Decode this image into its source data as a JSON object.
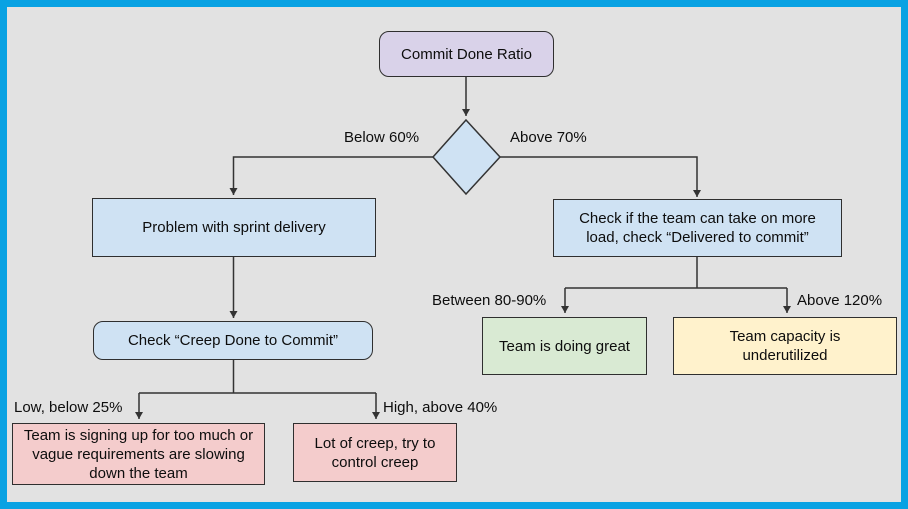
{
  "diagram": {
    "title": "Commit Done Ratio decision flowchart",
    "nodes": {
      "root": {
        "label": "Commit Done Ratio",
        "type": "start",
        "fill": "#d9d2e9"
      },
      "decision": {
        "label": "",
        "type": "decision",
        "fill": "#cfe2f3"
      },
      "problem_delivery": {
        "label": "Problem with sprint delivery",
        "type": "process",
        "fill": "#cfe2f3"
      },
      "check_load": {
        "label": "Check if the team can take on more load, check “Delivered to commit”",
        "type": "process",
        "fill": "#cfe2f3"
      },
      "check_creep": {
        "label": "Check “Creep Done to Commit”",
        "type": "process",
        "fill": "#cfe2f3"
      },
      "doing_great": {
        "label": "Team is doing great",
        "type": "outcome-positive",
        "fill": "#d9ead3"
      },
      "underutilized": {
        "label": "Team capacity is underutilized",
        "type": "outcome-warning",
        "fill": "#fff2cc"
      },
      "signing_up_too_much": {
        "label": "Team is signing up for too much or vague requirements are slowing down the team",
        "type": "outcome-negative",
        "fill": "#f4cccc"
      },
      "lot_of_creep": {
        "label": "Lot of creep, try to control creep",
        "type": "outcome-negative",
        "fill": "#f4cccc"
      }
    },
    "edge_labels": {
      "below_60": "Below 60%",
      "above_70": "Above 70%",
      "between_80_90": "Between 80-90%",
      "above_120": "Above 120%",
      "low_below_25": "Low, below 25%",
      "high_above_40": "High, above 40%"
    },
    "colors": {
      "canvas_border": "#09a2e3",
      "canvas_background": "#e2e2e2",
      "connector_line": "#333333",
      "node_border": "#2f2f2f",
      "text": "#0d0d0d"
    }
  }
}
